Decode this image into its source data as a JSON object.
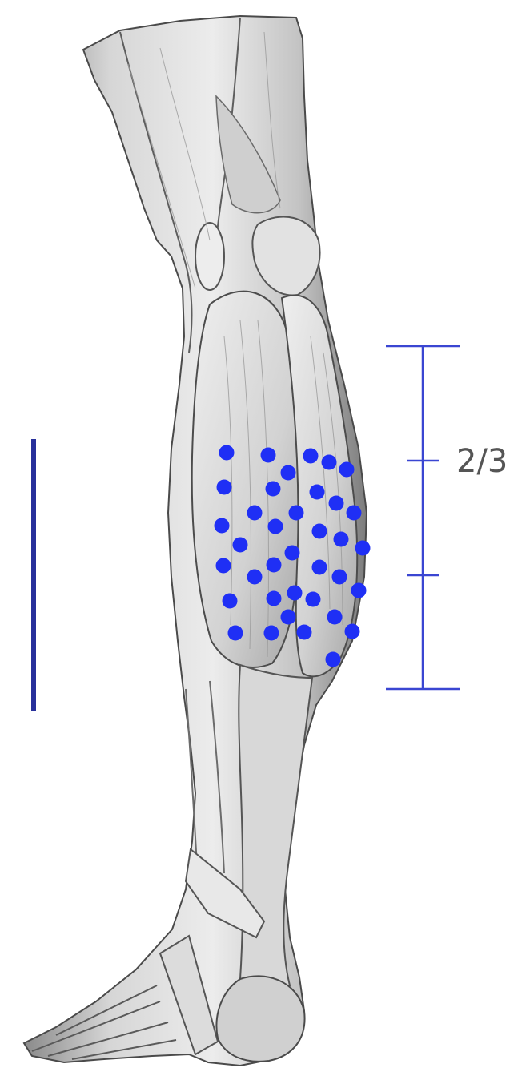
{
  "figure": {
    "ratio_label": "2/3",
    "dot_count": 37
  },
  "colors": {
    "dots": "#1f2ff5",
    "scale_bar": "#28309b",
    "bracket": "#3a46d2",
    "label": "#555555",
    "leg_light": "#e4e4e4",
    "leg_mid": "#b9b9b9",
    "leg_dark": "#7f7f7f",
    "leg_outline": "#3e3e3e"
  },
  "icons": {
    "background": "lower-leg-muscle-anatomy-illustration",
    "markers": "injection-point-dot",
    "measure": "length-scale-bar"
  }
}
